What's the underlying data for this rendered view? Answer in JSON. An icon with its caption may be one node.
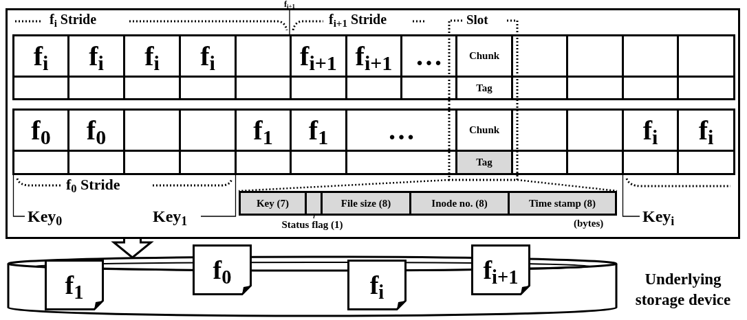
{
  "diagram": {
    "nodes": [
      {
        "text": [
          "f$_{i+1}$"
        ]
      },
      {
        "text": [],
        "shape": "box"
      },
      {
        "text": [
          "f$_{i}$"
        ],
        "in": 1
      },
      {
        "text": [
          "f$_{i}$"
        ],
        "in": 1
      },
      {
        "text": [
          "f$_{i}$"
        ],
        "in": 1
      },
      {
        "text": [
          "f$_{i}$"
        ],
        "in": 1
      },
      {
        "text": [],
        "shape": "box",
        "in": 1
      },
      {
        "text": [
          "f$_{i+1}$"
        ],
        "in": 1
      },
      {
        "text": [
          "f$_{i+1}$"
        ],
        "in": 1
      },
      {
        "text": [
          "…"
        ],
        "in": 1
      },
      {
        "text": [
          "Chunk"
        ],
        "in": 1
      },
      {
        "text": [],
        "shape": "box",
        "in": 1
      },
      {
        "text": [],
        "shape": "box",
        "in": 1
      },
      {
        "text": [],
        "shape": "box",
        "in": 1
      },
      {
        "text": [],
        "shape": "box",
        "in": 1
      },
      {
        "text": [],
        "shape": "box",
        "in": 1
      },
      {
        "text": [],
        "shape": "box",
        "in": 1
      },
      {
        "text": [],
        "shape": "box",
        "in": 1
      },
      {
        "text": [],
        "shape": "box",
        "in": 1
      },
      {
        "text": [],
        "shape": "box",
        "in": 1
      },
      {
        "text": [],
        "shape": "box",
        "in": 1
      },
      {
        "text": [],
        "shape": "box",
        "in": 1
      },
      {
        "text": [],
        "shape": "box",
        "in": 1
      },
      {
        "text": [
          "Tag"
        ],
        "in": 1
      },
      {
        "text": [],
        "shape": "box",
        "in": 1
      },
      {
        "text": [],
        "shape": "box",
        "in": 1
      },
      {
        "text": [],
        "shape": "box",
        "in": 1
      },
      {
        "text": [],
        "shape": "box",
        "in": 1
      },
      {
        "text": [
          "f$_{0}$"
        ],
        "in": 1
      },
      {
        "text": [
          "f$_{0}$"
        ],
        "in": 1
      },
      {
        "text": [],
        "shape": "box",
        "in": 1
      },
      {
        "text": [],
        "shape": "box",
        "in": 1
      },
      {
        "text": [
          "f$_{1}$"
        ],
        "in": 1
      },
      {
        "text": [
          "f$_{1}$"
        ],
        "in": 1
      },
      {
        "text": [
          "…"
        ],
        "in": 1
      },
      {
        "text": [
          "Chunk"
        ],
        "in": 1
      },
      {
        "text": [],
        "shape": "box",
        "in": 1
      },
      {
        "text": [],
        "shape": "box",
        "in": 1
      },
      {
        "text": [
          "f$_{i}$"
        ],
        "in": 1
      },
      {
        "text": [
          "f$_{i}$"
        ],
        "in": 1
      },
      {
        "text": [],
        "shape": "box",
        "in": 1
      },
      {
        "text": [],
        "shape": "box",
        "in": 1
      },
      {
        "text": [],
        "shape": "box",
        "in": 1
      },
      {
        "text": [],
        "shape": "box",
        "in": 1
      },
      {
        "text": [],
        "shape": "box",
        "in": 1
      },
      {
        "text": [],
        "shape": "box",
        "in": 1
      },
      {
        "text": [],
        "shape": "box",
        "in": 1
      },
      {
        "text": [
          "Tag"
        ],
        "in": 1
      },
      {
        "text": [],
        "shape": "box",
        "in": 1
      },
      {
        "text": [],
        "shape": "box",
        "in": 1
      },
      {
        "text": [],
        "shape": "box",
        "in": 1
      },
      {
        "text": [],
        "shape": "box",
        "in": 1
      },
      {
        "text": [
          "Key$_{0}$"
        ],
        "in": 1
      },
      {
        "text": [
          "Key$_{1}$"
        ],
        "in": 1
      },
      {
        "text": [],
        "shape": "bar",
        "in": 1
      },
      {
        "text": [
          "Key (7)"
        ],
        "in": 54
      },
      {
        "text": [],
        "shape": "box",
        "in": 54
      },
      {
        "text": [
          "File size (8)"
        ],
        "in": 54
      },
      {
        "text": [
          "Inode no. (8)"
        ],
        "in": 54
      },
      {
        "text": [
          "Time stamp (8)"
        ],
        "in": 54
      },
      {
        "text": [
          "Status flag (1)"
        ],
        "in": 1
      },
      {
        "text": [
          "Key$_{i}$"
        ],
        "in": 1
      },
      {
        "text": [],
        "shape": "cylinder",
        "beside": [
          "Underlying storage device"
        ]
      },
      {
        "text": [
          "f$_{1}$"
        ],
        "in": 62
      },
      {
        "text": [
          "f$_{0}$"
        ]
      },
      {
        "text": [
          "f$_{i}$"
        ],
        "in": 62
      },
      {
        "text": [
          "f$_{i+1}$"
        ]
      }
    ],
    "edges": [
      {
        "from": 0,
        "to": 6,
        "arrow": "none"
      },
      {
        "from": 52,
        "to": 40,
        "arrow": "none"
      },
      {
        "from": 53,
        "to": 44,
        "arrow": "none"
      },
      {
        "from": 60,
        "to": 56,
        "arrow": "none"
      },
      {
        "from": 61,
        "to": 50,
        "arrow": "none"
      },
      {
        "from": 1,
        "to": 62,
        "arrow": "to",
        "style": "thick"
      }
    ],
    "labels": [
      "f$_{i}$ Stride",
      "f$_{i+1}$ Stride",
      "Slot",
      "f$_{0}$ Stride",
      "(bytes)"
    ]
  }
}
